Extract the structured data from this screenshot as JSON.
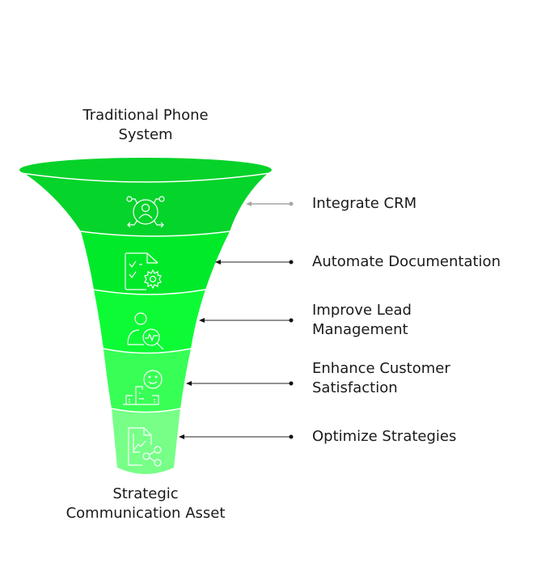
{
  "diagram": {
    "type": "funnel",
    "top_label": [
      "Traditional Phone",
      "System"
    ],
    "bottom_label": [
      "Strategic",
      "Communication Asset"
    ],
    "stages": [
      {
        "label": [
          "Integrate CRM"
        ],
        "icon": "crm-network-user-icon",
        "color": "#05d42b"
      },
      {
        "label": [
          "Automate Documentation"
        ],
        "icon": "document-checklist-gear-icon",
        "color": "#00ea2a"
      },
      {
        "label": [
          "Improve Lead",
          "Management"
        ],
        "icon": "user-search-analytics-icon",
        "color": "#0dfb35"
      },
      {
        "label": [
          "Enhance Customer",
          "Satisfaction"
        ],
        "icon": "customer-smile-building-icon",
        "color": "#38ff55"
      },
      {
        "label": [
          "Optimize Strategies"
        ],
        "icon": "document-chart-share-icon",
        "color": "#77ff88"
      }
    ],
    "colors": {
      "rim": "#06d22a",
      "divider": "#ffffff",
      "arrow_first": "#a6a6a6",
      "arrow": "#6e6e6e",
      "arrow_head": "#111111",
      "text": "#1a1a1a"
    }
  }
}
